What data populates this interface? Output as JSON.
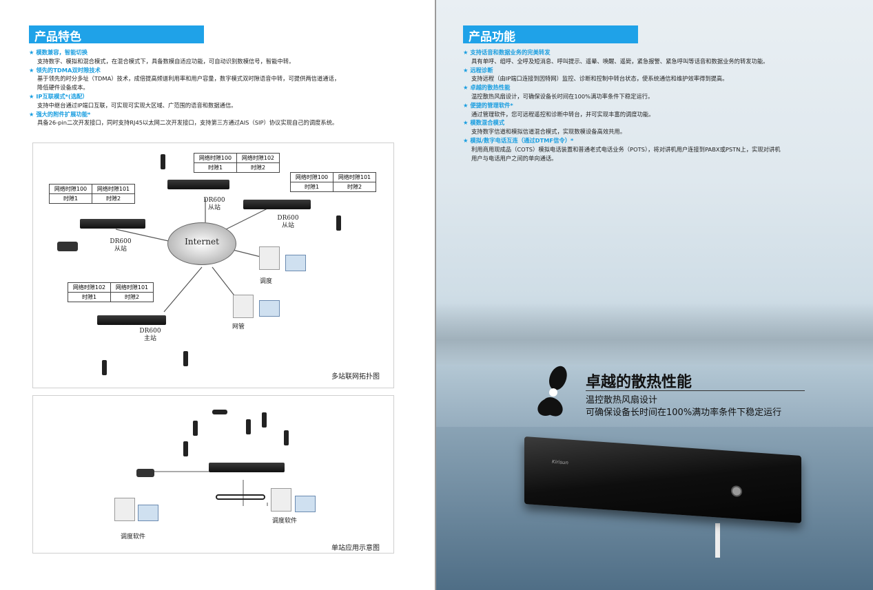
{
  "left": {
    "header": "产品特色",
    "features": [
      {
        "title": "模数兼容，智能切换",
        "desc": [
          "支持数字、模拟和混合模式，在混合模式下，具备数模自适应功能，可自动识别数模信号，智能中转。"
        ]
      },
      {
        "title": "领先的TDMA双时隙技术",
        "desc": [
          "基于领先的时分多址（TDMA）技术，成倍提高频谱利用率和用户容量，数字模式双时隙语音中转，可提供两信道通话，",
          "降低硬件设备成本。"
        ]
      },
      {
        "title": "IP互联模式*(选配）",
        "desc": [
          "支持中继台通过IP端口互联，可实现可实现大区域、广范围的语音和数据通信。"
        ]
      },
      {
        "title": "强大的附件扩展功能*",
        "desc": [
          "具备26-pin二次开发接口，同时支持RJ45以太网二次开发接口，支持第三方通过AIS（SIP）协议实现自己的调度系统。"
        ]
      }
    ],
    "diagram1": {
      "caption": "多站联网拓扑图",
      "internet": "Internet",
      "tables": [
        {
          "h": [
            "网络时隙100",
            "网络时隙102"
          ],
          "r": [
            "时隙1",
            "时隙2"
          ]
        },
        {
          "h": [
            "网络时隙100",
            "网络时隙101"
          ],
          "r": [
            "时隙1",
            "时隙2"
          ]
        },
        {
          "h": [
            "网络时隙100",
            "网络时隙101"
          ],
          "r": [
            "时隙1",
            "时隙2"
          ]
        },
        {
          "h": [
            "网络时隙102",
            "网络时隙101"
          ],
          "r": [
            "时隙1",
            "时隙2"
          ]
        }
      ],
      "stations": [
        {
          "model": "DR600",
          "role": "从站"
        },
        {
          "model": "DR600",
          "role": "从站"
        },
        {
          "model": "DR600",
          "role": "从站"
        },
        {
          "model": "DR600",
          "role": "主站"
        }
      ],
      "dispatch": "调度",
      "netmgmt": "网管"
    },
    "diagram2": {
      "caption": "单站应用示意图",
      "software1": "调度软件",
      "software2": "调度软件"
    }
  },
  "right": {
    "header": "产品功能",
    "features": [
      {
        "title": "支持话音和数据业务的完美转发",
        "desc": [
          "具有单呼、组呼、全呼及短消息、呼叫提示、遥晕、唤醒、遥毙，紧急报警、紧急呼叫等话音和数据业务的转发功能。"
        ]
      },
      {
        "title": "远程诊断",
        "desc": [
          "支持远程（由IP端口连接到因特网）监控、诊断和控制中转台状态，使系统通信和维护效率得到提高。"
        ]
      },
      {
        "title": "卓越的散热性能",
        "desc": [
          "温控散热风扇设计，可确保设备长时间在100%满功率条件下稳定运行。"
        ]
      },
      {
        "title": "便捷的管理软件*",
        "desc": [
          "通过管理软件，您可远程遥控和诊断中转台，并可实现丰富的调度功能。"
        ]
      },
      {
        "title": "模数混合模式",
        "desc": [
          "支持数字信道和模拟信道混合模式，实现数模设备高效共用。"
        ]
      },
      {
        "title": "模拟/数字电话互连（通过DTMF信令）*",
        "desc": [
          "利用商用现成品（COTS）模拟电话装置和普通老式电话业务（POTS），将对讲机用户连接到PABX或PSTN上，实现对讲机",
          "用户与电话用户之间的单向通话。"
        ]
      }
    ],
    "highlight": {
      "title": "卓越的散热性能",
      "line1": "温控散热风扇设计",
      "line2": "可确保设备长时间在100%满功率条件下稳定运行"
    },
    "device_brand": "Kirisun"
  }
}
